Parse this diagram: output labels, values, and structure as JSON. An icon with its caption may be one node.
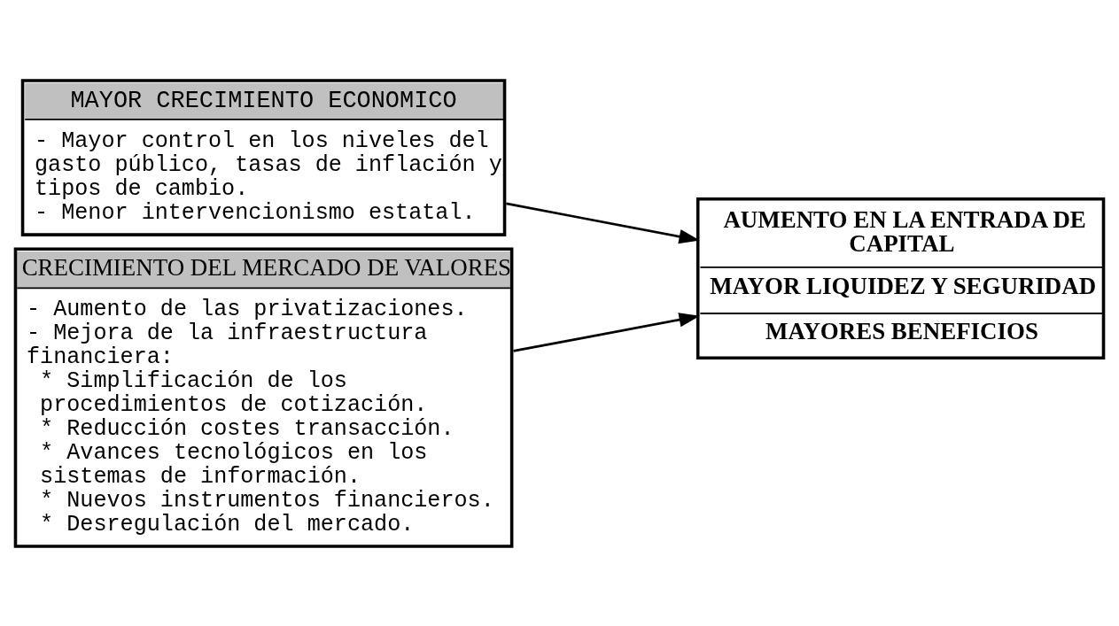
{
  "diagram": {
    "nodes": [
      {
        "text": [
          "MAYOR CRECIMIENTO ECONOMICO",
          "- Mayor control en los niveles del gasto público, tasas de inflación y tipos de cambio.",
          "- Menor intervencionismo estatal."
        ]
      },
      {
        "text": [
          "CRECIMIENTO DEL MERCADO DE VALORES",
          "- Aumento de las privatizaciones.",
          "- Mejora de la infraestructura financiera:",
          "* Simplificación de los procedimientos de cotización.",
          "* Reducción costes transacción.",
          "* Avances tecnológicos en los sistemas de información.",
          "* Nuevos instrumentos financieros.",
          "* Desregulación del mercado."
        ]
      },
      {
        "text": [
          "AUMENTO EN LA ENTRADA DE CAPITAL",
          "MAYOR LIQUIDEZ Y SEGURIDAD",
          "MAYORES BENEFICIOS"
        ]
      }
    ],
    "edges": [
      {
        "from": 0,
        "to": 2,
        "arrow": "to"
      },
      {
        "from": 1,
        "to": 2,
        "arrow": "to"
      }
    ]
  }
}
